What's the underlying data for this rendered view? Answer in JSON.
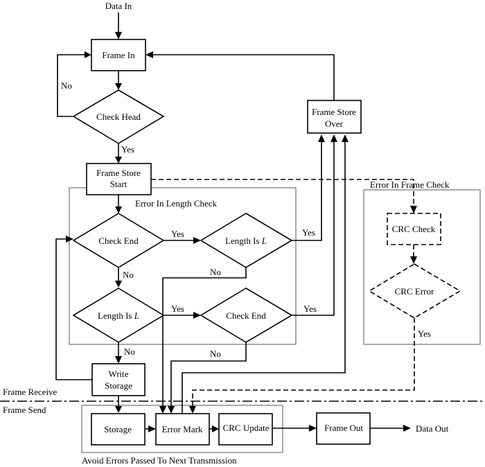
{
  "diagram": {
    "type": "flowchart",
    "lanes": {
      "receive": "Frame Receive",
      "send": "Frame Send"
    },
    "groups": {
      "length_check": "Error In Length Check",
      "frame_check": "Error In Frame Check",
      "avoid_errors": "Avoid Errors Passed To Next Transmission"
    },
    "io": {
      "data_in": "Data In",
      "data_out": "Data Out"
    },
    "nodes": {
      "frame_in": "Frame In",
      "check_head": "Check Head",
      "frame_store_start_1": "Frame Store",
      "frame_store_start_2": "Start",
      "frame_store_over_1": "Frame Store",
      "frame_store_over_2": "Over",
      "check_end_1": "Check End",
      "length_is_l_1": "Length Is ",
      "length_is_l_2": "Length Is ",
      "length_var": "L",
      "check_end_2": "Check End",
      "write_storage_1": "Write",
      "write_storage_2": "Storage",
      "crc_check": "CRC Check",
      "crc_error": "CRC Error",
      "storage": "Storage",
      "error_mark": "Error Mark",
      "crc_update": "CRC Update",
      "frame_out": "Frame Out"
    },
    "edge_labels": {
      "yes": "Yes",
      "no": "No"
    }
  }
}
